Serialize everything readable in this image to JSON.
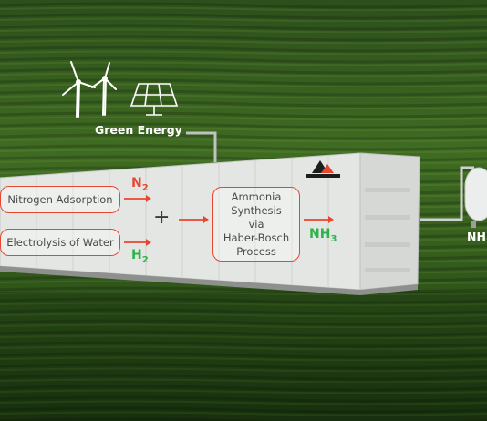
{
  "labels": {
    "green_energy": "Green Energy",
    "nitrogen_adsorption": "Nitrogen Adsorption",
    "electrolysis": "Electrolysis of Water",
    "plus": "+",
    "synthesis_line1": "Ammonia",
    "synthesis_line2": "Synthesis",
    "synthesis_line3": "via",
    "synthesis_line4": "Haber-Bosch",
    "synthesis_line5": "Process",
    "n2_base": "N",
    "n2_sub": "2",
    "h2_base": "H",
    "h2_sub": "2",
    "nh3_base": "NH",
    "nh3_sub": "3",
    "tank_label": "NH"
  },
  "colors": {
    "accent_red": "#e8462f",
    "hydrogen_green": "#2db34a",
    "field_dark": "#1e3d12",
    "field_light": "#4f7a2a",
    "container_white": "#e9ebea"
  },
  "icons": [
    "wind-turbine-icon",
    "solar-panel-icon",
    "logo-icon",
    "gas-tank-icon"
  ]
}
